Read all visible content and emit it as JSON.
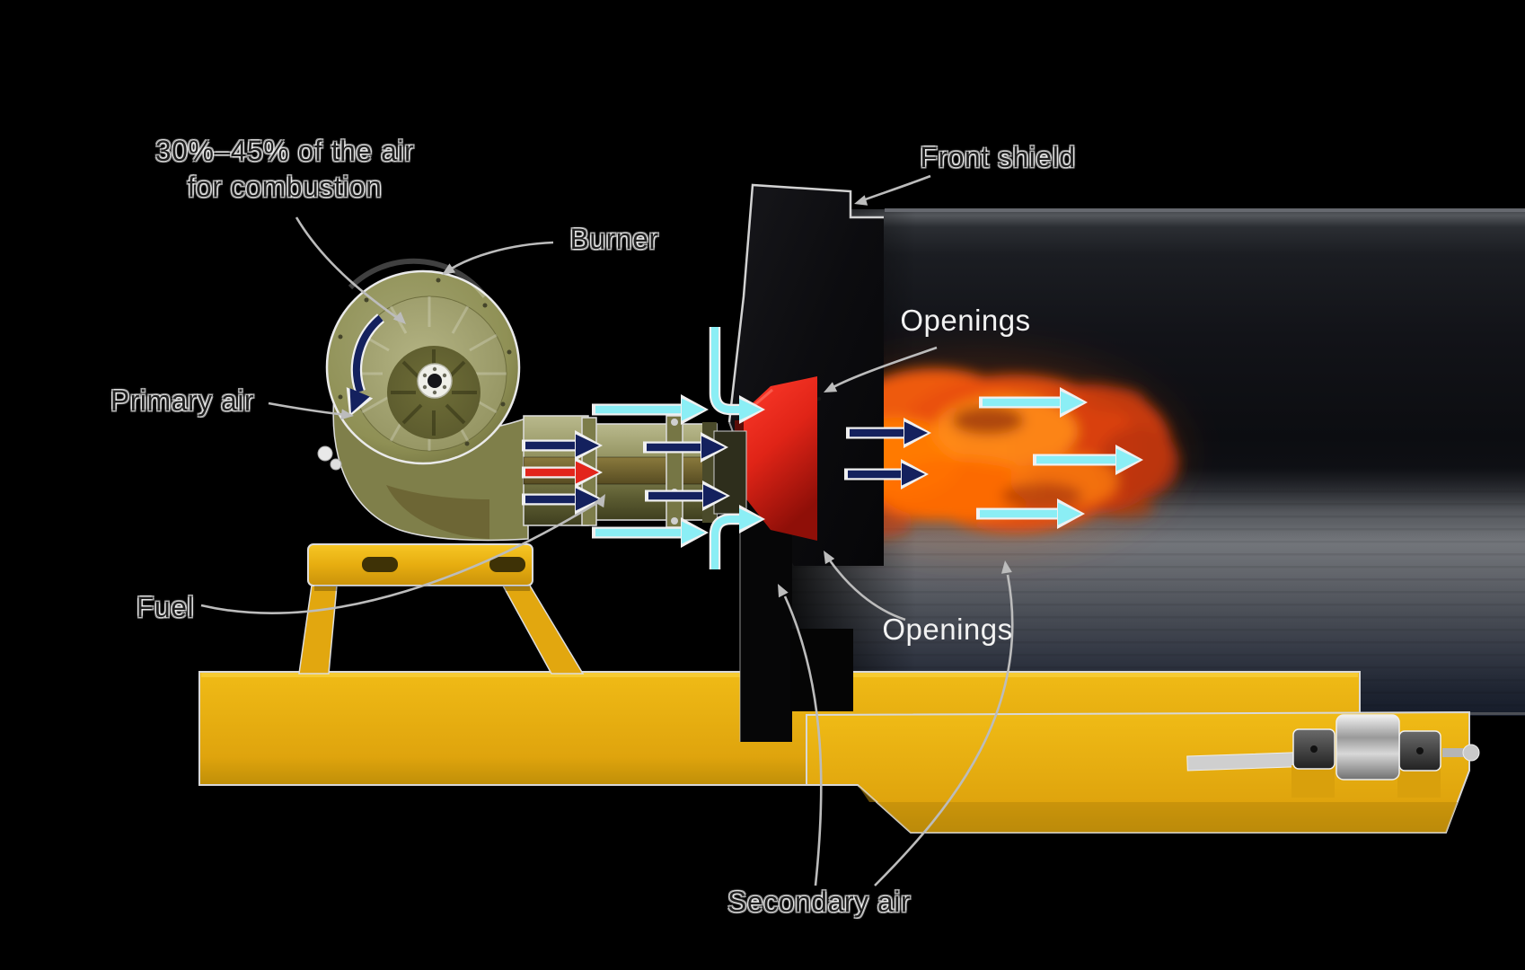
{
  "diagram": {
    "type": "annotated-illustration",
    "subject": "Industrial burner firing into a rotary drum combustion chamber with primary and secondary air flow paths"
  },
  "labels": {
    "combustion_air_line1": "30%–45% of the air",
    "combustion_air_line2": "for combustion",
    "burner": "Burner",
    "primary_air": "Primary air",
    "fuel": "Fuel",
    "front_shield": "Front shield",
    "openings_top": "Openings",
    "openings_bottom": "Openings",
    "secondary_air": "Secondary air"
  },
  "colors": {
    "primary_air_arrow": "#14215e",
    "fuel_arrow": "#e3251c",
    "secondary_air_arrow": "#8beef5",
    "leader_line": "#bcbcbc",
    "burner_body": "#8f9055",
    "frame_yellow": "#e7ad10",
    "cone_red": "#e02417",
    "flame_core": "#ff7a00",
    "chamber_dark": "#101217",
    "outline_white": "#e8e8e8",
    "label_light": "#f2f2f2",
    "label_dark": "#1f1f1f"
  },
  "flows": [
    {
      "name": "primary-air",
      "color_key": "primary_air_arrow"
    },
    {
      "name": "fuel",
      "color_key": "fuel_arrow"
    },
    {
      "name": "secondary-air",
      "color_key": "secondary_air_arrow"
    }
  ]
}
